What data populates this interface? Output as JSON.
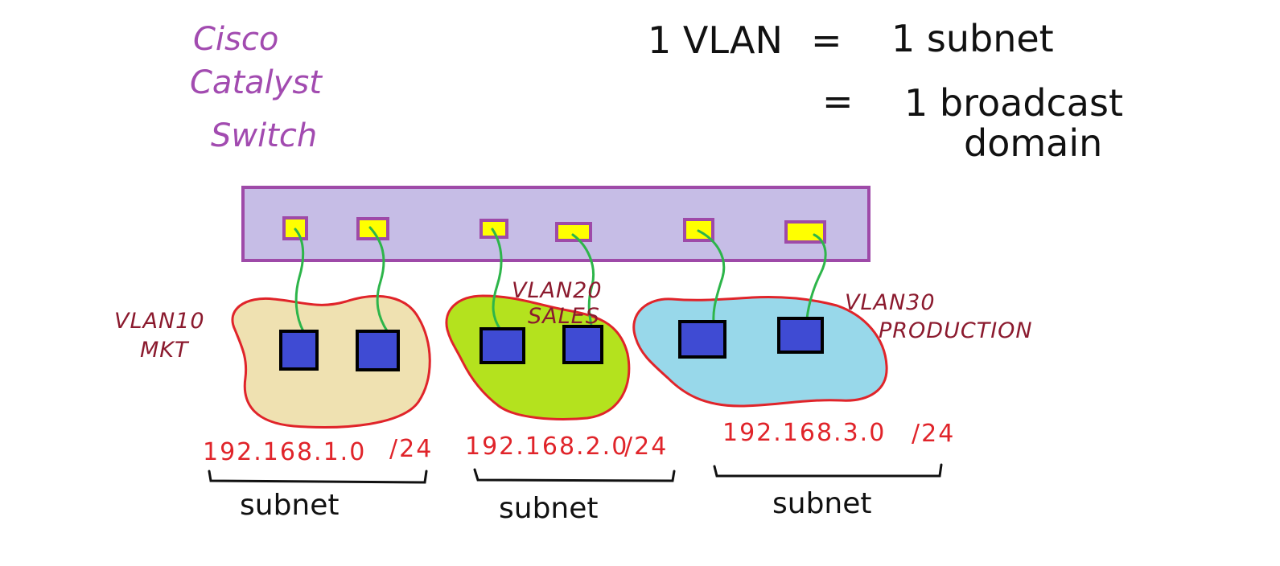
{
  "switch_label": [
    "Cisco",
    "Catalyst",
    "Switch"
  ],
  "notes": {
    "line1_left": "1 VLAN",
    "line1_eq": "=",
    "line1_right": "1 subnet",
    "line2_eq": "=",
    "line2_right": "1 broadcast",
    "line3": "domain"
  },
  "vlans": [
    {
      "name": "VLAN10",
      "dept": "MKT",
      "ip": "192.168.1.0",
      "mask": "/24",
      "subnet": "subnet",
      "color": "#efe1b1"
    },
    {
      "name": "VLAN20",
      "dept": "SALES",
      "ip": "192.168.2.0",
      "mask": "/24",
      "subnet": "subnet",
      "color": "#b4e21e"
    },
    {
      "name": "VLAN30",
      "dept": "PRODUCTION",
      "ip": "192.168.3.0",
      "mask": "/24",
      "subnet": "subnet",
      "color": "#98d8ea"
    }
  ],
  "colors": {
    "switch_fill": "#c6bde6",
    "switch_border": "#9e4aa8",
    "port_fill": "#ffff00",
    "host_fill": "#3f4bd3",
    "cable": "#2db54a",
    "cloud_outline": "#e0242a"
  }
}
